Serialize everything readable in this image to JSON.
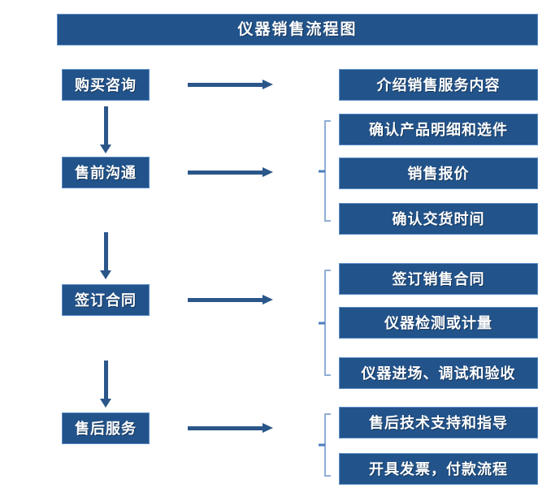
{
  "diagram": {
    "title": "仪器销售流程图",
    "colors": {
      "box_fill": "#22538A",
      "box_border": "#5B8DC8",
      "arrow": "#2A5689",
      "brace": "#8FAFD4",
      "text": "#FFFFFF",
      "background": "#FFFFFF"
    },
    "stages": [
      {
        "label": "购买咨询"
      },
      {
        "label": "售前沟通"
      },
      {
        "label": "签订合同"
      },
      {
        "label": "售后服务"
      }
    ],
    "tasks": [
      {
        "label": "介绍销售服务内容"
      },
      {
        "label": "确认产品明细和选件"
      },
      {
        "label": "销售报价"
      },
      {
        "label": "确认交货时间"
      },
      {
        "label": "签订销售合同"
      },
      {
        "label": "仪器检测或计量"
      },
      {
        "label": "仪器进场、调试和验收"
      },
      {
        "label": "售后技术支持和指导"
      },
      {
        "label": "开具发票，付款流程"
      }
    ],
    "flow_arrows": [
      {
        "name": "purchase-inquiry-to-intro",
        "direction": "right"
      },
      {
        "name": "presale-communication-to-group",
        "direction": "right"
      },
      {
        "name": "sign-contract-to-group",
        "direction": "right"
      },
      {
        "name": "aftersale-service-to-group",
        "direction": "right"
      }
    ],
    "stage_arrows": [
      {
        "name": "stage-1-to-2",
        "direction": "down"
      },
      {
        "name": "stage-2-to-3",
        "direction": "down"
      },
      {
        "name": "stage-3-to-4",
        "direction": "down"
      }
    ],
    "braces": [
      {
        "name": "brace-presale-tasks",
        "spans": 3
      },
      {
        "name": "brace-contract-tasks",
        "spans": 3
      },
      {
        "name": "brace-aftersale-tasks",
        "spans": 2
      }
    ]
  }
}
